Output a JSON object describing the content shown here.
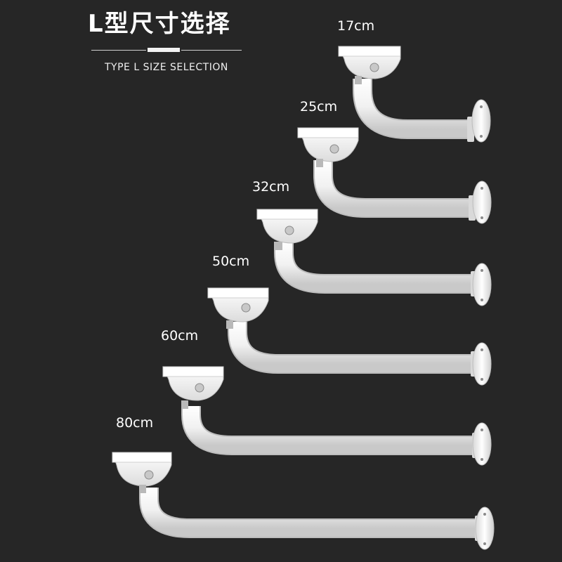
{
  "header": {
    "title": "L型尺寸选择",
    "subtitle": "TYPE L SIZE SELECTION"
  },
  "sizes": [
    {
      "label": "17cm"
    },
    {
      "label": "25cm"
    },
    {
      "label": "32cm"
    },
    {
      "label": "50cm"
    },
    {
      "label": "60cm"
    },
    {
      "label": "80cm"
    }
  ],
  "colors": {
    "background": "#262626",
    "bracket": "#f4f4f4",
    "text": "#ffffff"
  }
}
